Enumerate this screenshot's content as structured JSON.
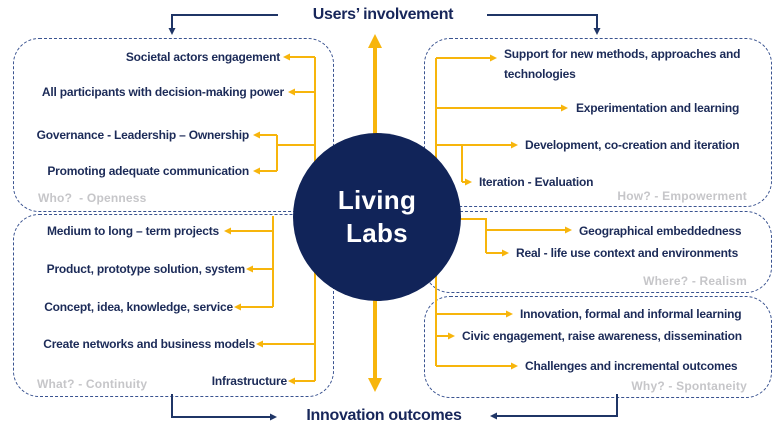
{
  "title_top": "Users’ involvement",
  "title_bottom": "Innovation outcomes",
  "center": {
    "line1": "Living",
    "line2": "Labs"
  },
  "colors": {
    "circle_navy": "#112459",
    "text_navy": "#1C2B58",
    "connector_yellow": "#F7B50C",
    "connector_navy": "#1F3566",
    "label_gray": "#C6C6C9",
    "box_border_blue": "#3A5390",
    "background": "#FFFFFF"
  },
  "quadrants": {
    "who": {
      "label": "Who?  - Openness",
      "items": [
        "Societal actors engagement",
        "All participants with decision-making power",
        "Governance - Leadership – Ownership",
        "Promoting adequate communication"
      ]
    },
    "what": {
      "label": "What? - Continuity",
      "items": [
        "Medium to long – term projects",
        "Product, prototype solution, system",
        "Concept, idea, knowledge, service",
        "Create networks and business models",
        "Infrastructure"
      ]
    },
    "how": {
      "label": "How? - Empowerment",
      "items": [
        "Support for new methods, approaches and technologies",
        "Experimentation and learning",
        "Development, co-creation and iteration",
        "Iteration - Evaluation"
      ]
    },
    "where": {
      "label": "Where? - Realism",
      "items": [
        "Geographical embeddedness",
        "Real - life use context and environments"
      ]
    },
    "why": {
      "label": "Why? - Spontaneity",
      "items": [
        "Innovation, formal and informal learning",
        "Civic engagement, raise awareness, dissemination",
        "Challenges and incremental outcomes"
      ]
    }
  }
}
